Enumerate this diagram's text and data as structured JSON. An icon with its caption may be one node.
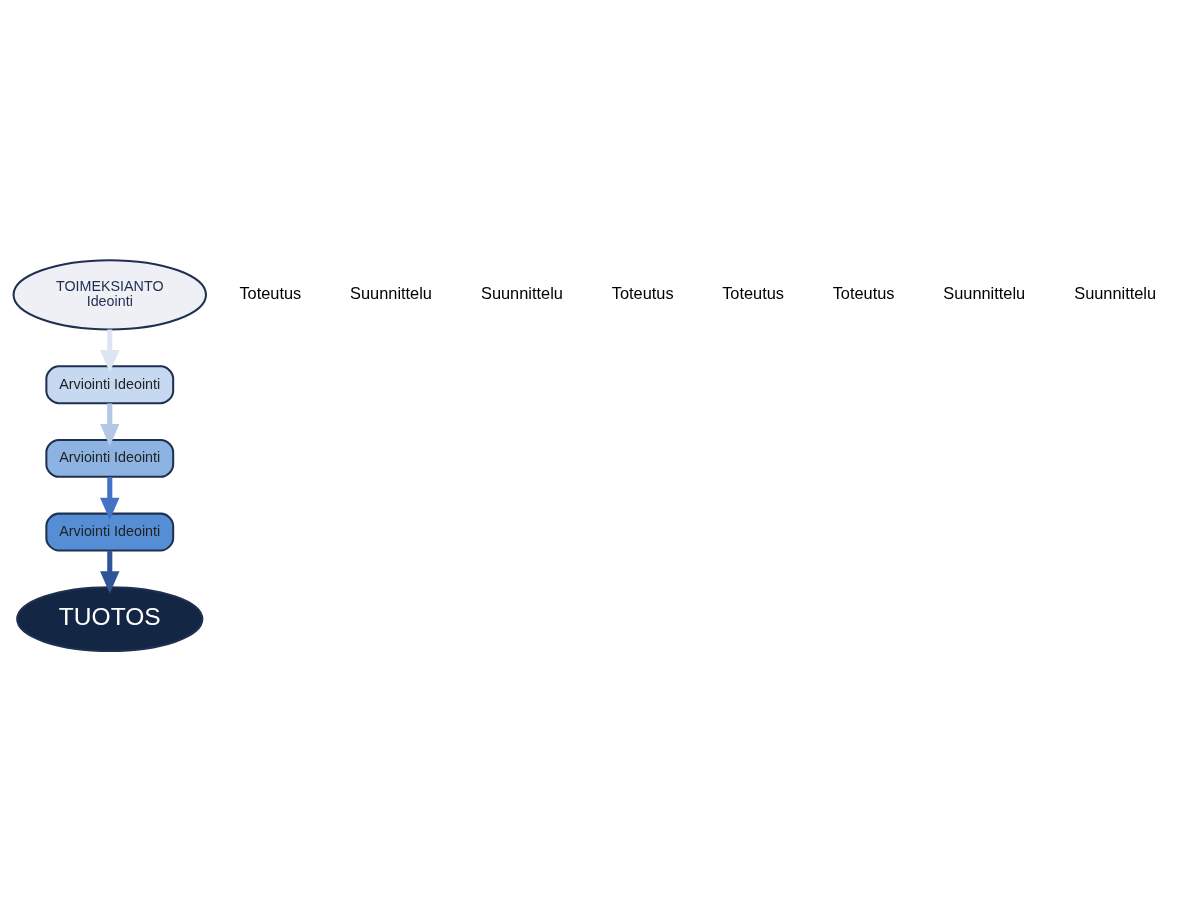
{
  "diagram": {
    "nodes": [
      {
        "text": [
          "TOIMEKSIANTO",
          "Ideointi"
        ]
      },
      {
        "text": [
          "Arviointi Ideointi"
        ]
      },
      {
        "text": [
          "Arviointi Ideointi"
        ]
      },
      {
        "text": [
          "Arviointi Ideointi"
        ]
      },
      {
        "text": [
          "TUOTOS"
        ]
      }
    ],
    "edges": [
      {
        "from": 0,
        "to": 1,
        "arrow": "to",
        "color": "#dce6f2"
      },
      {
        "from": 1,
        "to": 2,
        "arrow": "to",
        "color": "#b4c7e7"
      },
      {
        "from": 2,
        "to": 3,
        "arrow": "to",
        "color": "#4472c4"
      },
      {
        "from": 3,
        "to": 4,
        "arrow": "to",
        "color": "#2f5597"
      }
    ],
    "labels": [
      "Toteutus",
      "Suunnittelu",
      "Suunnittelu",
      "Toteutus",
      "Toteutus",
      "Toteutus",
      "Suunnittelu",
      "Suunnittelu"
    ]
  }
}
